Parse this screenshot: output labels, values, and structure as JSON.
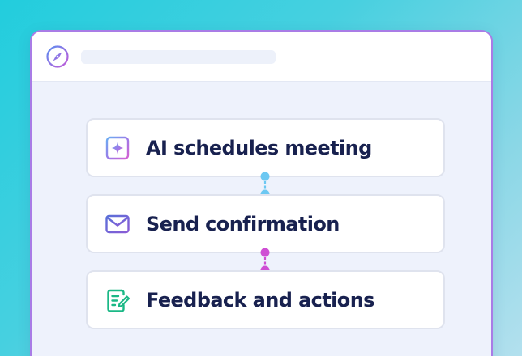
{
  "browser": {
    "icon": "compass-icon"
  },
  "steps": [
    {
      "label": "AI schedules meeting",
      "icon": "sparkle-icon"
    },
    {
      "label": "Send confirmation",
      "icon": "mail-icon"
    },
    {
      "label": "Feedback and actions",
      "icon": "edit-document-icon"
    }
  ],
  "colors": {
    "connector_1": "#6cc8f2",
    "connector_2": "#cf4ed4",
    "title_text": "#18214f",
    "frame_border": "#a97ce6"
  }
}
